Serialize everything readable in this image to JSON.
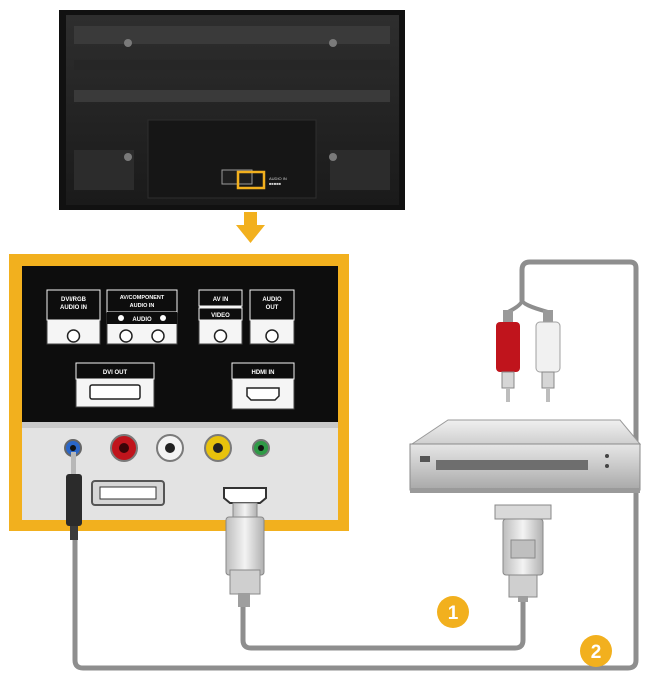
{
  "diagram": {
    "colors": {
      "accent": "#f2b01e",
      "panel": "#0d0d0d",
      "cable": "#8e8e8e",
      "jack_red": "#c0141c",
      "jack_yellow": "#e8c20c",
      "jack_green": "#2f9a46",
      "jack_blue": "#2a66c8"
    },
    "tv_rear": {
      "port_label": "AUDIO IN"
    },
    "panel_labels": {
      "dvi_audio": [
        "DVI/RGB",
        "AUDIO IN"
      ],
      "av_component_audio": [
        "AV/COMPONENT",
        "AUDIO IN"
      ],
      "audio_lr": "AUDIO",
      "av_in": "AV IN",
      "video": "VIDEO",
      "audio_out": [
        "AUDIO",
        "OUT"
      ],
      "dvi_out": "DVI OUT",
      "hdmi_in": "HDMI IN"
    },
    "badges": [
      "1",
      "2"
    ],
    "icons": [
      "arrow-down-icon"
    ]
  }
}
